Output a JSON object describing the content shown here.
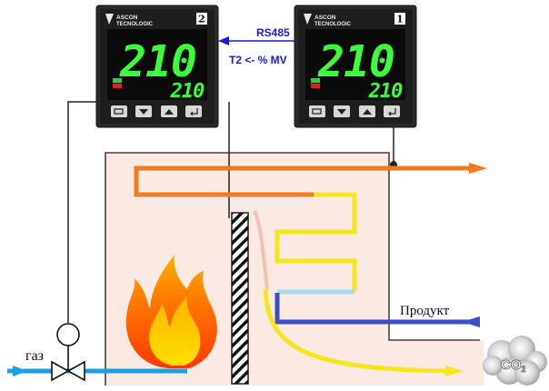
{
  "link": {
    "protocol": "RS485",
    "mode": "T2 <- % MV"
  },
  "controllers": [
    {
      "brand_line1": "ASCON",
      "brand_line2": "TECNOLOGIC",
      "unit_number": "2",
      "pv": "210",
      "sv": "210"
    },
    {
      "brand_line1": "ASCON",
      "brand_line2": "TECNOLOGIC",
      "unit_number": "1",
      "pv": "210",
      "sv": "210"
    }
  ],
  "labels": {
    "gas": "газ",
    "product": "Продукт",
    "co2": "CO",
    "co2_sub": "2"
  },
  "colors": {
    "hot_pipe": "#f47a20",
    "coil": "#f5e61e",
    "cold_pipe": "#3a4fc4",
    "cool_pipe": "#a8d8ee",
    "gas_pipe": "#1aa0e6",
    "furnace_bg": "#fbe9e4",
    "display_green": "#3cff3c",
    "rs485_blue": "#1a1adc"
  }
}
